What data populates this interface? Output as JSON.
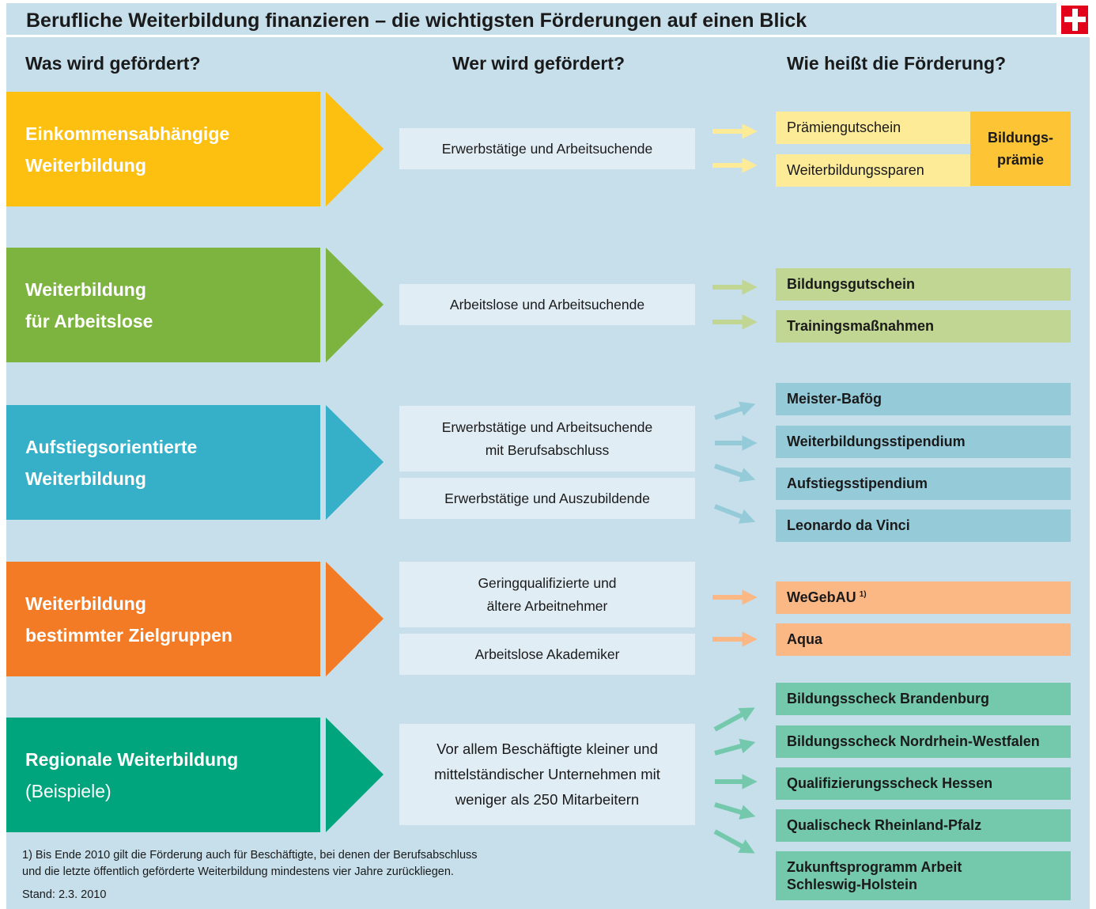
{
  "header": {
    "title": "Berufliche Weiterbildung finanzieren – die wichtigsten Förderungen auf einen Blick"
  },
  "columns": {
    "what": "Was wird gefördert?",
    "who": "Wer wird gefördert?",
    "name": "Wie heißt die Förderung?"
  },
  "categories": [
    {
      "lines": [
        "Einkommensabhängige",
        "Weiterbildung"
      ],
      "color": "#fdc010"
    },
    {
      "lines": [
        "Weiterbildung",
        "für Arbeitslose"
      ],
      "color": "#7db43f"
    },
    {
      "lines": [
        "Aufstiegsorientierte",
        "Weiterbildung"
      ],
      "color": "#35b0c8"
    },
    {
      "lines": [
        "Weiterbildung",
        "bestimmter Zielgruppen"
      ],
      "color": "#f47b26"
    },
    {
      "lines": [
        "Regionale Weiterbildung"
      ],
      "sub": "(Beispiele)",
      "color": "#00a57e"
    }
  ],
  "who": [
    {
      "lines": [
        "Erwerbstätige und Arbeitsuchende"
      ]
    },
    {
      "lines": [
        "Arbeitslose und Arbeitsuchende"
      ]
    },
    {
      "lines": [
        "Erwerbstätige und Arbeitsuchende",
        "mit Berufsabschluss"
      ]
    },
    {
      "lines": [
        "Erwerbstätige und Auszubildende"
      ]
    },
    {
      "lines": [
        "Geringqualifizierte und",
        "ältere Arbeitnehmer"
      ]
    },
    {
      "lines": [
        "Arbeitslose Akademiker"
      ]
    },
    {
      "lines": [
        "Vor allem Beschäftigte kleiner und",
        "mittelständischer Unternehmen mit",
        "weniger als 250 Mitarbeitern"
      ]
    }
  ],
  "programs": {
    "income": [
      "Prämiengutschein",
      "Weiterbildungssparen"
    ],
    "income_group": [
      "Bildungs-",
      "prämie"
    ],
    "unemployed": [
      "Bildungsgutschein",
      "Trainingsmaßnahmen"
    ],
    "career": [
      "Meister-Bafög",
      "Weiterbildungsstipendium",
      "Aufstiegsstipendium",
      "Leonardo da Vinci"
    ],
    "target": {
      "items": [
        "WeGebAU",
        "Aqua"
      ],
      "note_mark": "1)"
    },
    "regional": [
      "Bildungsscheck Brandenburg",
      "Bildungsscheck Nordrhein-Westfalen",
      "Qualifizierungsscheck Hessen",
      "Qualischeck Rheinland-Pfalz",
      [
        "Zukunftsprogramm Arbeit",
        "Schleswig-Holstein"
      ]
    ]
  },
  "colors": {
    "background": "#c6dfeb",
    "who_box": "#e1edf4",
    "yellow_light": "#fdeb98",
    "green_light": "#c1d693",
    "blue_light": "#95cbd9",
    "orange_light": "#fbb784",
    "teal_light": "#74c9ad",
    "logo": "#e3001b"
  },
  "footer": {
    "note_lines": [
      "1) Bis Ende 2010 gilt die Förderung auch für Beschäftigte, bei denen der Berufsabschluss",
      "und die letzte öffentlich geförderte Weiterbildung mindestens vier Jahre zurückliegen."
    ],
    "stand": "Stand: 2.3. 2010"
  }
}
